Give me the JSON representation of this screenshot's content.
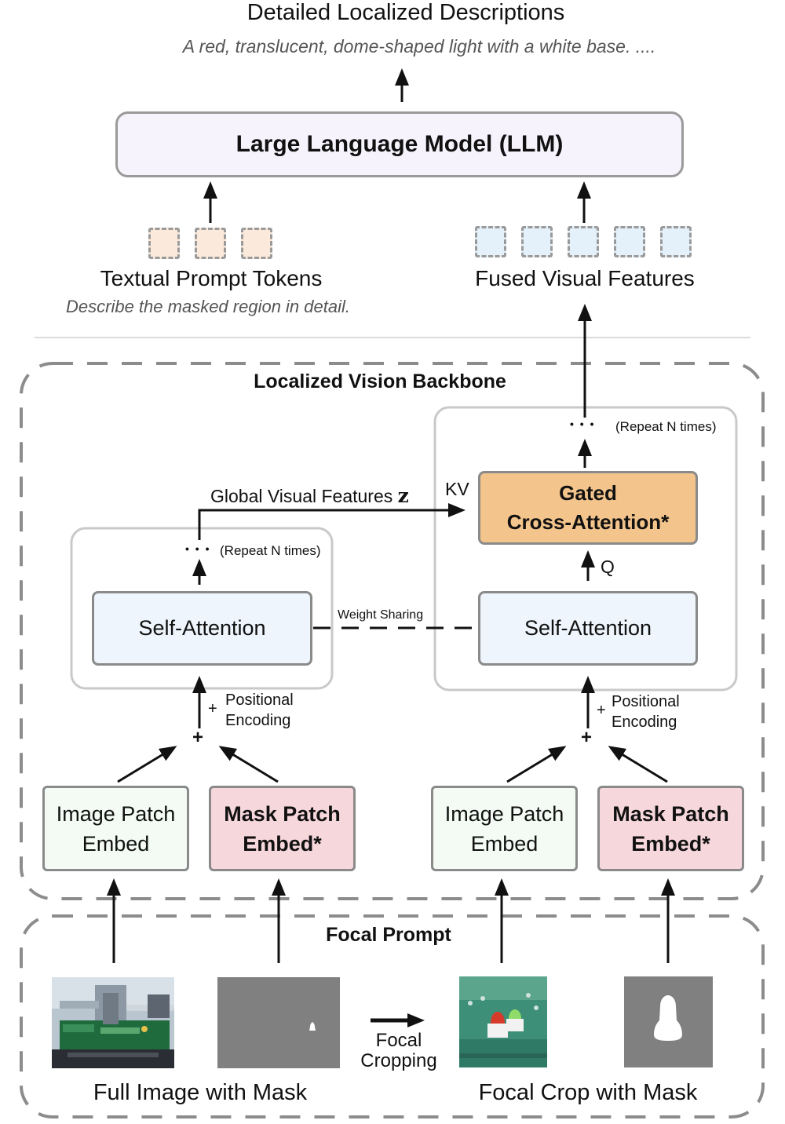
{
  "output": {
    "title": "Detailed Localized Descriptions",
    "example": "A red, translucent, dome-shaped light with a white base. ...."
  },
  "llm": {
    "label": "Large Language Model (LLM)"
  },
  "textual_tokens": {
    "label": "Textual Prompt Tokens",
    "prompt": "Describe the masked region in detail."
  },
  "visual_tokens": {
    "label": "Fused Visual Features"
  },
  "backbone": {
    "title": "Localized Vision Backbone",
    "global_features": "Global Visual Features",
    "global_symbol": "z",
    "kv": "KV",
    "q": "Q",
    "repeat_left": "(Repeat N times)",
    "repeat_right": "(Repeat N times)",
    "dots": "• • •",
    "weight_sharing": "Weight Sharing",
    "self_attention_left": "Self-Attention",
    "self_attention_right": "Self-Attention",
    "gated_line1": "Gated",
    "gated_line2": "Cross-Attention*",
    "plus": "+",
    "pos_plus": "+",
    "pos_line1": "Positional",
    "pos_line2": "Encoding",
    "image_patch_line1": "Image Patch",
    "image_patch_line2": "Embed",
    "mask_patch_line1": "Mask Patch",
    "mask_patch_line2": "Embed*"
  },
  "focal_prompt": {
    "title": "Focal Prompt",
    "full_image_label": "Full Image with Mask",
    "crop_label": "Focal Crop with Mask",
    "cropping_line1": "Focal",
    "cropping_line2": "Cropping"
  },
  "colors": {
    "llm_fill": "#f6f3fd",
    "self_attention_fill": "#eef5fc",
    "gated_fill": "#f3c48b",
    "image_patch_fill": "#f3fbf4",
    "mask_patch_fill": "#f6d7dc",
    "text_token_fill": "#fbeadb",
    "visual_token_fill": "#e4f1fa",
    "mask_gray": "#808080"
  }
}
